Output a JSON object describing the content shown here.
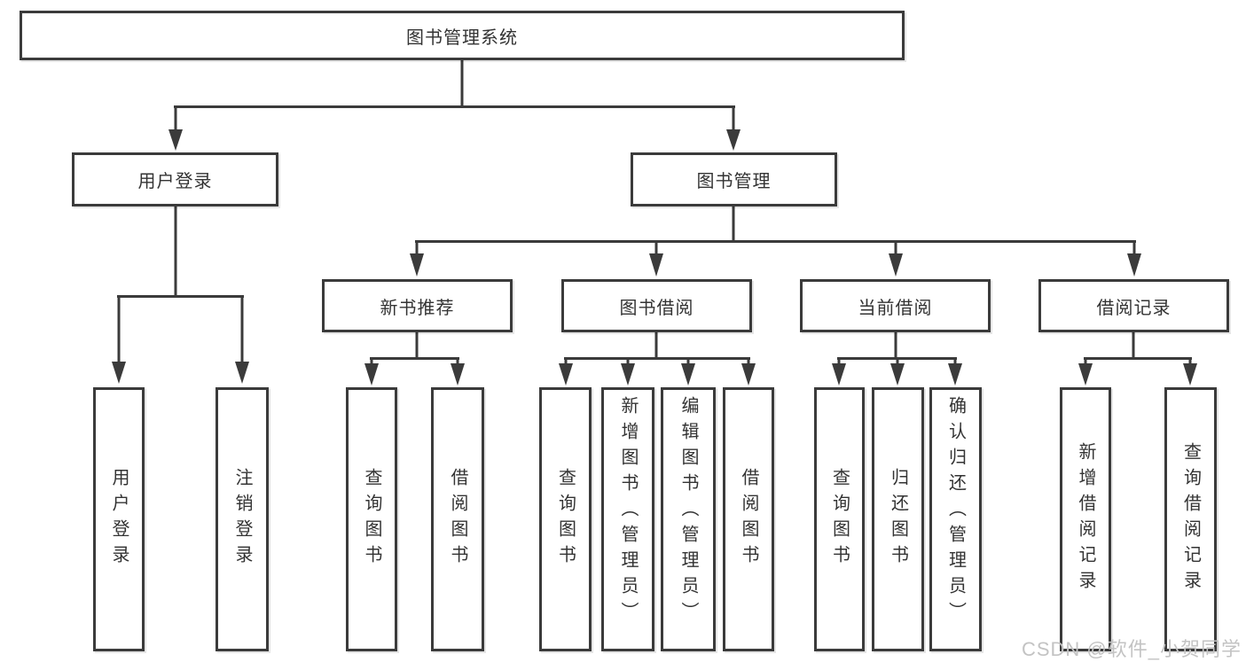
{
  "nodes": {
    "root": "图书管理系统",
    "user_login": "用户登录",
    "book_mgmt": "图书管理",
    "new_book": "新书推荐",
    "borrow": "图书借阅",
    "current": "当前借阅",
    "records": "借阅记录"
  },
  "leaves": {
    "user_login_1": "用户登录",
    "user_login_2": "注销登录",
    "new_book_1": "查询图书",
    "new_book_2": "借阅图书",
    "borrow_1": "查询图书",
    "borrow_2": "新增图书（管理员）",
    "borrow_3": "编辑图书（管理员）",
    "borrow_4": "借阅图书",
    "current_1": "查询图书",
    "current_2": "归还图书",
    "current_3": "确认归还（管理员）",
    "records_1": "新增借阅记录",
    "records_2": "查询借阅记录"
  },
  "watermark": "CSDN @软件_小贺同学",
  "colors": {
    "line": "#3b3b3b",
    "text": "#333333",
    "watermark": "#c3c3c3",
    "background": "#ffffff"
  }
}
